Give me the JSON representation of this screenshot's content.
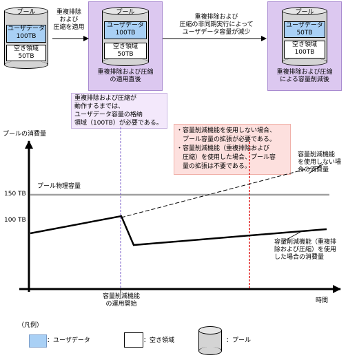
{
  "steps": {
    "before": {
      "pool": "プール",
      "user": "ユーザデータ",
      "user_size": "100TB",
      "free": "空き領域",
      "free_size": "50TB"
    },
    "arrow1": [
      "重複排除",
      "および",
      "圧縮を適用"
    ],
    "after_apply": {
      "pool": "プール",
      "user": "ユーザデータ",
      "user_size": "100TB",
      "free": "空き領域",
      "free_size": "50TB",
      "caption": [
        "重複排除および圧縮",
        "の適用直後"
      ]
    },
    "arrow2": [
      "重複排除および",
      "圧縮の非同期実行によって",
      "ユーザデータ容量が減少"
    ],
    "after_reduce": {
      "pool": "プール",
      "user": "ユーザデータ",
      "user_size": "50TB",
      "free": "空き領域",
      "free_size": "100TB",
      "caption": [
        "重複排除および圧縮",
        "による容量削減後"
      ]
    }
  },
  "note_purple": [
    "重複排除および圧縮が",
    "動作するまでは、",
    "ユーザデータ容量の格納",
    "領域（100TB）が必要である。"
  ],
  "note_red": [
    "・容量削減機能を使用しない場合、",
    "　プール容量の拡張が必要である。",
    "・容量削減機能（重複排除および",
    "　圧縮）を使用した場合、プール容",
    "　量の拡張は不要である。"
  ],
  "chart_labels": {
    "y_axis": "プールの消費量",
    "x_axis": "時間",
    "tick_150": "150 TB",
    "tick_100": "100 TB",
    "physical_capacity": "プール物理容量",
    "no_reduction": [
      "容量削減機能",
      "を使用しない場",
      "合の消費量"
    ],
    "with_reduction": [
      "容量削減機能（重複排",
      "除および圧縮）を使用",
      "した場合の消費量"
    ],
    "start": [
      "容量削減機能",
      "の運用開始"
    ]
  },
  "legend": {
    "title": "（凡例）",
    "user": "：ユーザデータ",
    "free": "：空き領域",
    "pool": "：プール",
    "colors": {
      "user": "#a9d0f5",
      "free": "#ffffff",
      "pool": "#d4d4d4"
    }
  }
}
